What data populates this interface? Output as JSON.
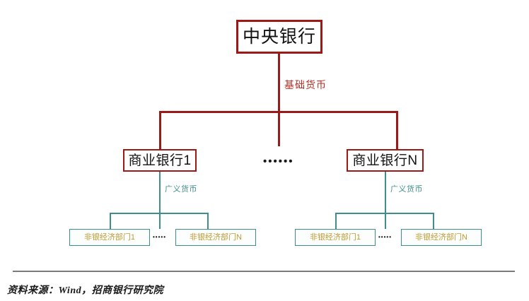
{
  "diagram": {
    "type": "tree",
    "title_node": {
      "label": "中央银行",
      "role": "central-bank"
    },
    "edges": [
      {
        "from": "中央银行",
        "to": "商业银行",
        "label": "基础货币",
        "color": "#BE2B20"
      },
      {
        "from": "商业银行",
        "to": "非银经济部门",
        "label": "广义货币",
        "color": "#3C8F8B"
      }
    ],
    "banks": [
      {
        "label": "商业银行1"
      },
      {
        "label": "商业银行N"
      }
    ],
    "bank_ellipsis": "••••••",
    "sector_groups": [
      {
        "parent": "商业银行1",
        "edge_label": "广义货币",
        "sectors": [
          {
            "label": "非银经济部门1"
          },
          {
            "label": "非银经济部门N"
          }
        ],
        "ellipsis": "•••••"
      },
      {
        "parent": "商业银行N",
        "edge_label": "广义货币",
        "sectors": [
          {
            "label": "非银经济部门1"
          },
          {
            "label": "非银经济部门N"
          }
        ],
        "ellipsis": "•••••"
      }
    ]
  },
  "footer": {
    "source": "资料来源：Wind，招商银行研究院"
  },
  "colors": {
    "red_border": "#9E1915",
    "red_label": "#BE2B20",
    "teal": "#3C8F8B",
    "gold_text": "#BE9A31",
    "rule_gray": "#7A7A7A",
    "background": "#FFFFFF"
  }
}
